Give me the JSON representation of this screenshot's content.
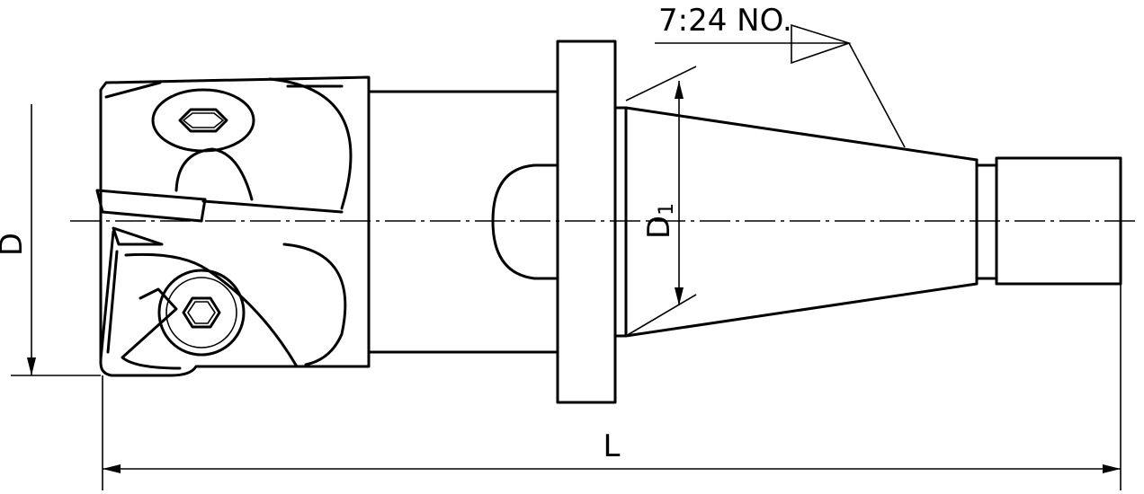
{
  "labels": {
    "taper_spec": "7:24 NO.",
    "dim_diameter": "D",
    "dim_taper_diameter": "D",
    "dim_taper_diameter_sub": "1",
    "dim_length": "L"
  }
}
